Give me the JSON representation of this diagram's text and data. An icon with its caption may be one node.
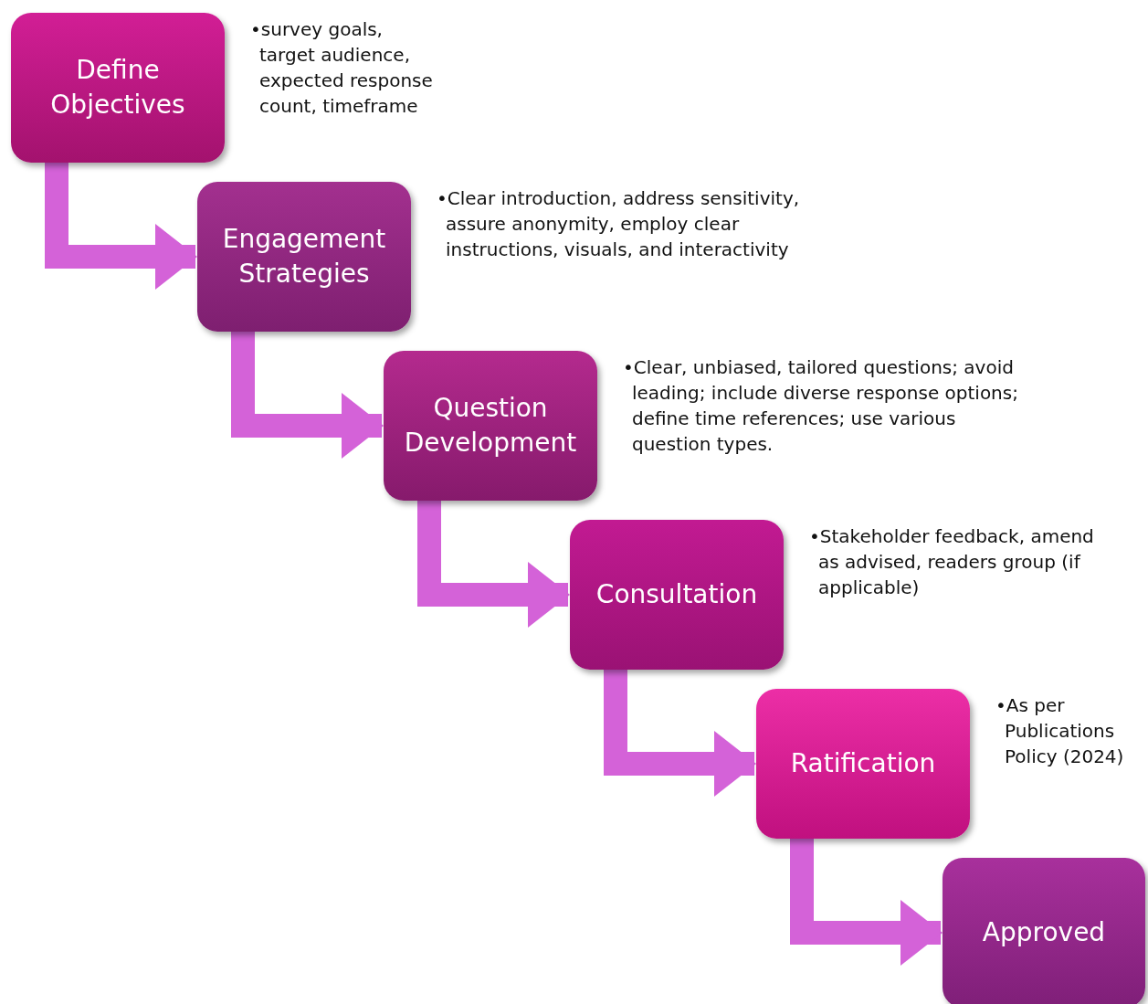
{
  "diagram": {
    "nodes": [
      {
        "text": [
          "Define Objectives"
        ],
        "beside": [
          "•survey goals, target audience, expected response count, timeframe"
        ]
      },
      {
        "text": [
          "Engagement Strategies"
        ],
        "beside": [
          "•Clear introduction, address sensitivity, assure anonymity, employ clear instructions, visuals, and interactivity"
        ]
      },
      {
        "text": [
          "Question Development"
        ],
        "beside": [
          "•Clear, unbiased, tailored questions; avoid leading; include diverse response options; define time references; use various question types."
        ]
      },
      {
        "text": [
          "Consultation"
        ],
        "beside": [
          "•Stakeholder feedback, amend as advised, readers group (if applicable)"
        ]
      },
      {
        "text": [
          "Ratification"
        ],
        "beside": [
          "•As per Publications Policy (2024)"
        ]
      },
      {
        "text": [
          "Approved"
        ]
      }
    ],
    "edges": [
      {
        "from": 0,
        "to": 1,
        "arrow": "to"
      },
      {
        "from": 1,
        "to": 2,
        "arrow": "to"
      },
      {
        "from": 2,
        "to": 3,
        "arrow": "to"
      },
      {
        "from": 3,
        "to": 4,
        "arrow": "to"
      },
      {
        "from": 4,
        "to": 5,
        "arrow": "to"
      }
    ]
  }
}
